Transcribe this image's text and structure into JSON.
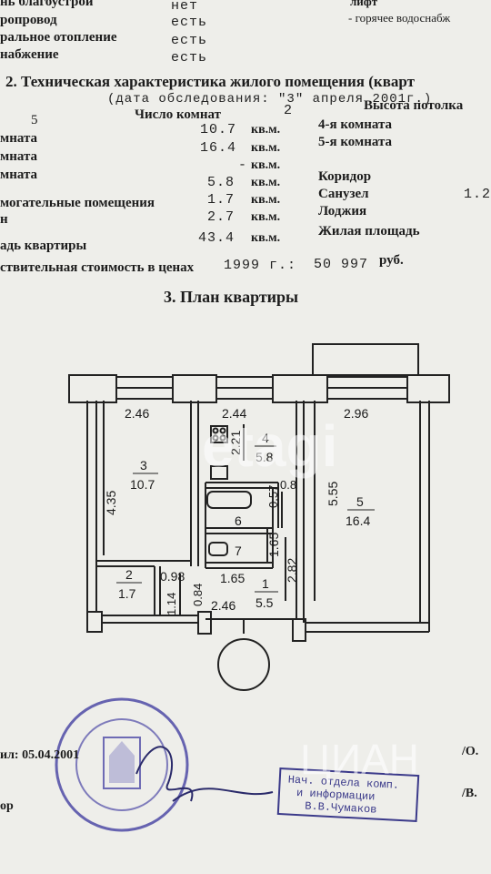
{
  "header_rows": [
    {
      "label": "нь благоустрой",
      "value": "нет",
      "right": "лифт"
    },
    {
      "label": "ропровод",
      "value": "есть",
      "right": "- горячее водоснабж"
    },
    {
      "label": "ральное отопление",
      "value": "есть",
      "right": ""
    },
    {
      "label": "набжение",
      "value": "есть",
      "right": ""
    }
  ],
  "section2": {
    "title": "2. Техническая характеристика жилого помещения (кварт",
    "survey_date": "(дата обследования: \"3\" апреля 2001г.)",
    "col_left_num": "5",
    "rooms_label": "Число комнат",
    "rooms_value": "2",
    "ceiling_label": "Высота потолка"
  },
  "rows": [
    {
      "left": "мната",
      "value": "10.7",
      "unit": "кв.м.",
      "right": "4-я комната",
      "extra": ""
    },
    {
      "left": "мната",
      "value": "16.4",
      "unit": "кв.м.",
      "right": "5-я комната",
      "extra": ""
    },
    {
      "left": "мната",
      "value": "-",
      "unit": "кв.м.",
      "right": "",
      "extra": ""
    },
    {
      "left": "",
      "value": "5.8",
      "unit": "кв.м.",
      "right": "Коридор",
      "extra": ""
    },
    {
      "left": "могательные помещения",
      "value": "1.7",
      "unit": "кв.м.",
      "right": "Санузел",
      "extra": "1.2"
    },
    {
      "left": "н",
      "value": "2.7",
      "unit": "кв.м.",
      "right": "Лоджия",
      "extra": ""
    },
    {
      "left": "адь квартиры",
      "value": "43.4",
      "unit": "кв.м.",
      "right": "Жилая площадь",
      "extra": ""
    }
  ],
  "cost": {
    "label": "ствительная стоимость в ценах",
    "year": "1999 г.:",
    "amount": "50 997",
    "currency": "руб."
  },
  "section3_title": "3. План квартиры",
  "plan": {
    "dims": {
      "top_left": "2.46",
      "top_mid": "2.44",
      "top_right": "2.96",
      "room3_height": "4.35",
      "corridor_height": "2.21",
      "room5_height": "5.55",
      "bath_width": "0.8",
      "bath_depth": "0.57",
      "wc_height": "1.65",
      "door_height": "2.82",
      "hall_width": "0.98",
      "hall_len": "1.65",
      "pantry_h": "1.14",
      "door_small": "0.84",
      "bottom": "2.46"
    },
    "rooms": [
      {
        "num": "3",
        "area": "10.7"
      },
      {
        "num": "4",
        "area": "5.8"
      },
      {
        "num": "5",
        "area": "16.4"
      },
      {
        "num": "6",
        "area": ""
      },
      {
        "num": "7",
        "area": ""
      },
      {
        "num": "2",
        "area": "1.7"
      },
      {
        "num": "1",
        "area": "5.5"
      }
    ]
  },
  "footer": {
    "signed_label": "ил: 05.04.2001",
    "signer_label": "ор",
    "right1": "/О.",
    "right2": "/В.",
    "stamp_line1": "Нач. отдела комп.",
    "stamp_line2": "и информации",
    "stamp_line3": "В.В.Чумаков"
  },
  "watermark": {
    "left": "etagi",
    "right": "ЦИАН"
  }
}
